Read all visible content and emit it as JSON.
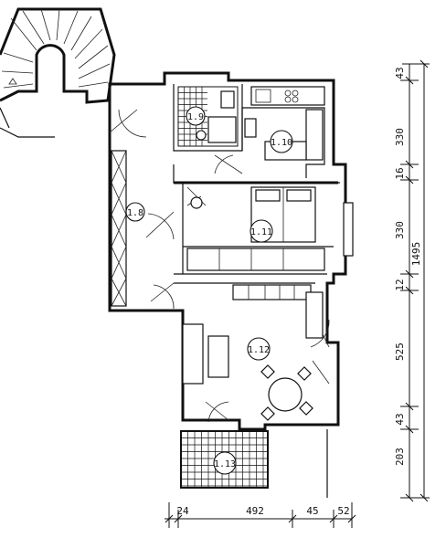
{
  "rooms": {
    "r1_8": "1.8",
    "r1_9": "1.9",
    "r1_10": "1.10",
    "r1_11": "1.11",
    "r1_12": "1.12",
    "r1_13": "1.13"
  },
  "dimensions": {
    "vertical": {
      "d43_top": "43",
      "d330_top": "330",
      "d16": "16",
      "d330_mid": "330",
      "d12": "12",
      "d525": "525",
      "d43_bottom": "43",
      "d203": "203",
      "total": "1495"
    },
    "horizontal": {
      "d24": "24",
      "d492": "492",
      "d45": "45",
      "d52": "52"
    }
  }
}
